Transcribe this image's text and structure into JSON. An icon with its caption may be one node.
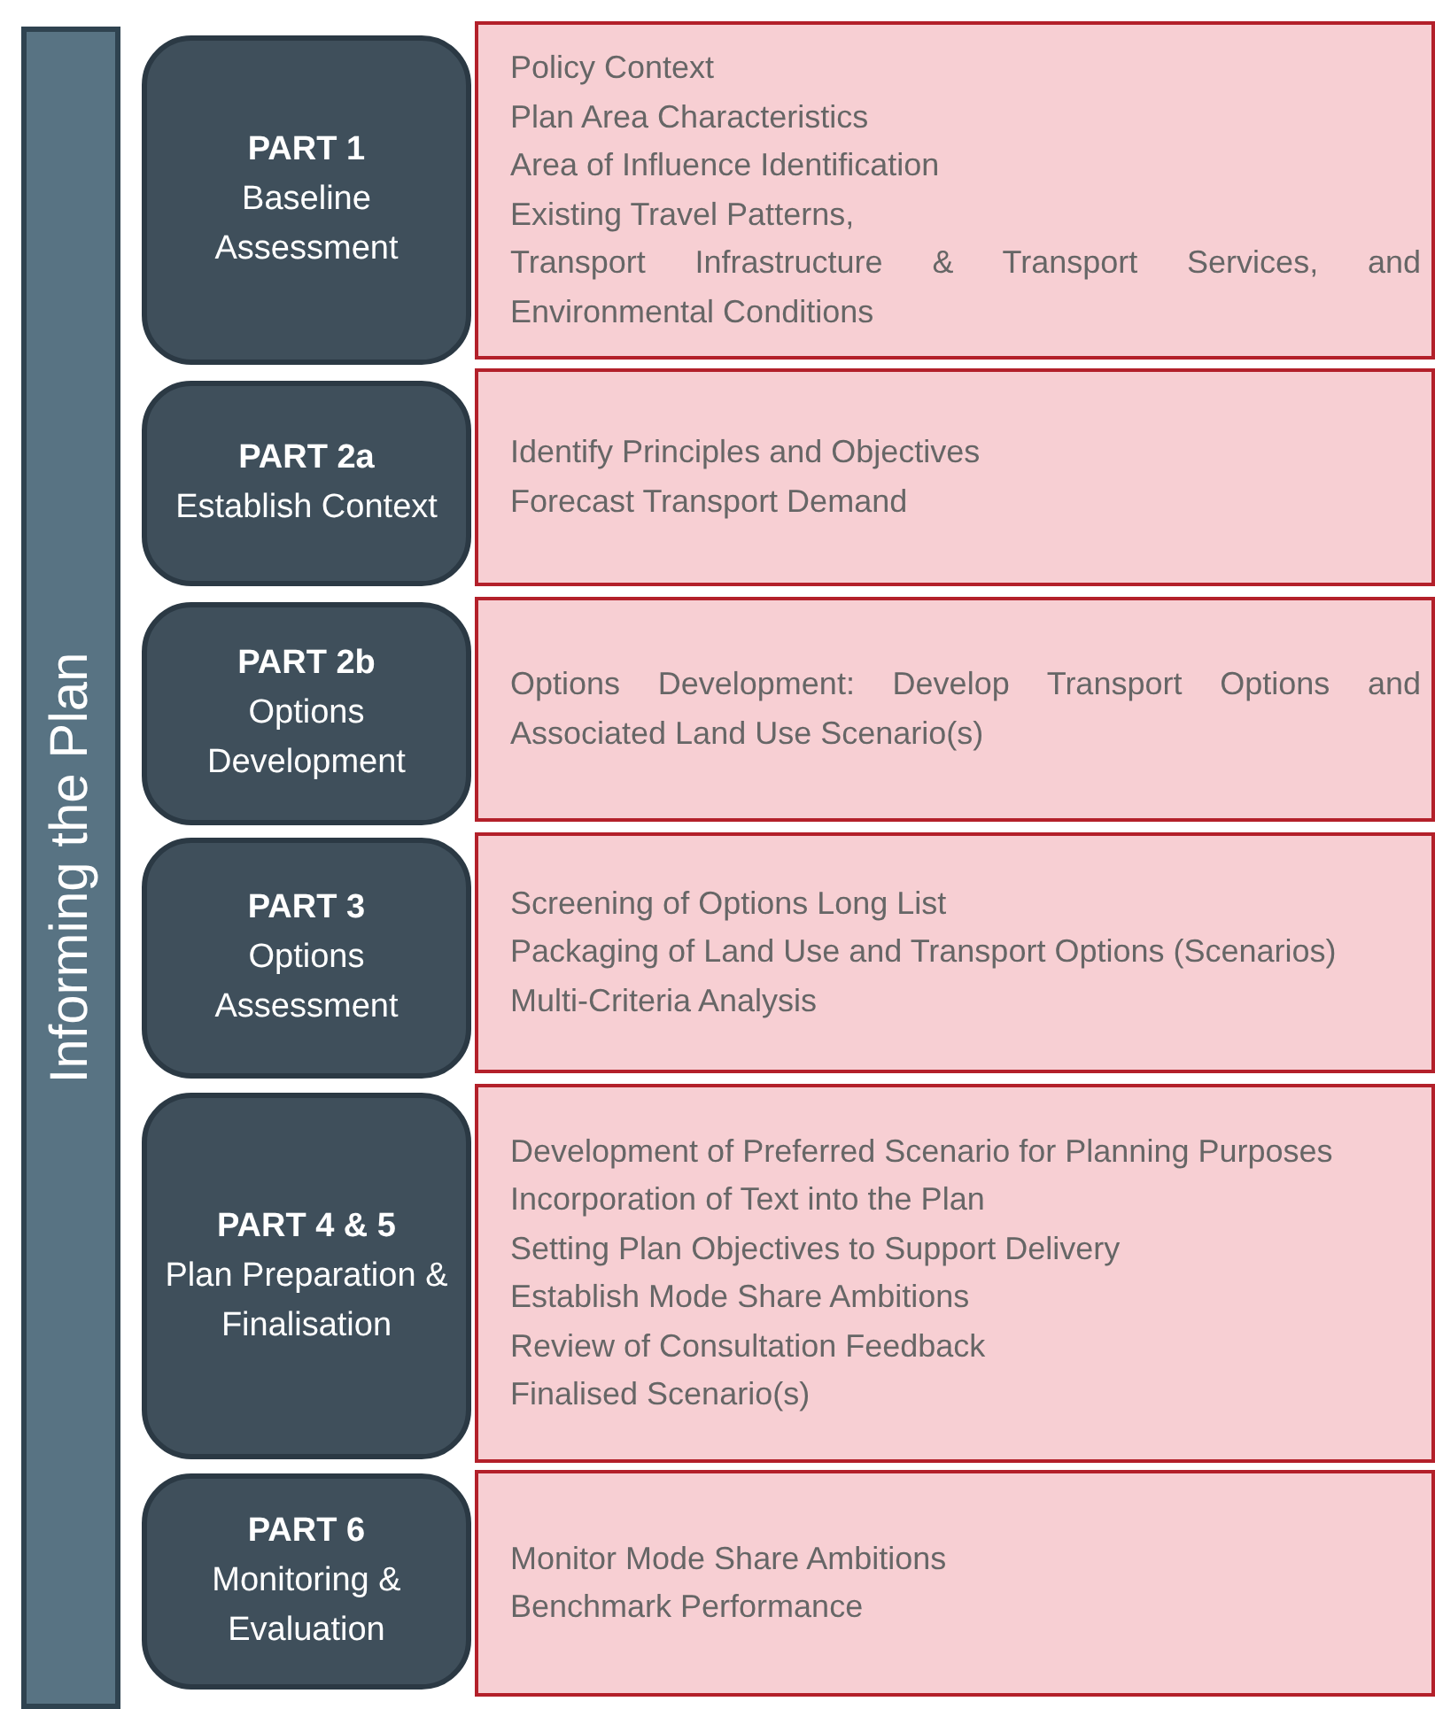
{
  "diagram": {
    "nodes": [
      {
        "text": [
          "Informing the Plan"
        ]
      },
      {
        "text": [
          "PART 1",
          "Baseline Assessment"
        ]
      },
      {
        "text": [
          "Policy Context",
          "Plan Area Characteristics",
          "Area of Influence Identification",
          "Existing Travel Patterns,",
          "Transport Infrastructure & Transport Services, and Environmental Conditions"
        ]
      },
      {
        "text": [
          "PART 2a",
          "Establish Context"
        ]
      },
      {
        "text": [
          "Identify Principles and Objectives",
          "Forecast Transport Demand"
        ]
      },
      {
        "text": [
          "PART 2b",
          "Options Development"
        ]
      },
      {
        "text": [
          "Options Development: Develop Transport Options and Associated Land Use Scenario(s)"
        ]
      },
      {
        "text": [
          "PART 3",
          "Options Assessment"
        ]
      },
      {
        "text": [
          "Screening of Options Long List",
          "Packaging of Land Use and Transport Options (Scenarios)",
          "Multi-Criteria Analysis"
        ]
      },
      {
        "text": [
          "PART 4 & 5",
          "Plan Preparation & Finalisation"
        ]
      },
      {
        "text": [
          "Development of Preferred Scenario for Planning Purposes",
          "Incorporation of Text into the Plan",
          "Setting Plan Objectives to Support Delivery",
          "Establish Mode Share Ambitions",
          "Review of Consultation Feedback",
          "Finalised Scenario(s)"
        ]
      },
      {
        "text": [
          "PART 6",
          "Monitoring & Evaluation"
        ]
      },
      {
        "text": [
          "Monitor Mode Share Ambitions",
          "Benchmark Performance"
        ]
      }
    ],
    "edges": []
  }
}
